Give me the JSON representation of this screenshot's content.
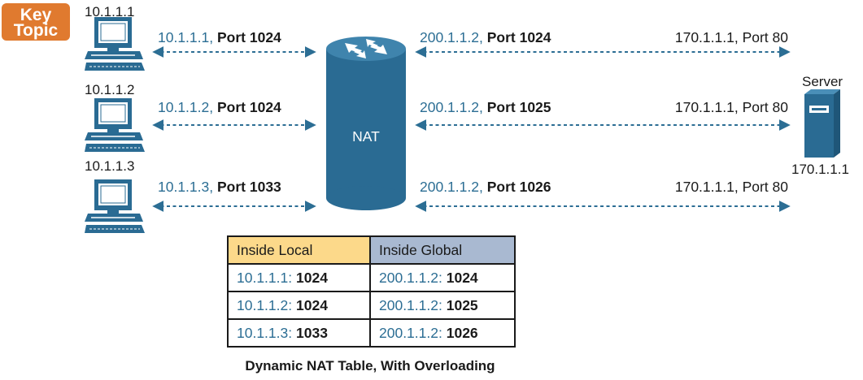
{
  "key_topic": {
    "line1": "Key",
    "line2": "Topic"
  },
  "hosts": [
    {
      "ip": "10.1.1.1"
    },
    {
      "ip": "10.1.1.2"
    },
    {
      "ip": "10.1.1.3"
    }
  ],
  "inside_links": [
    {
      "ip": "10.1.1.1,",
      "port": "Port 1024"
    },
    {
      "ip": "10.1.1.2,",
      "port": "Port 1024"
    },
    {
      "ip": "10.1.1.3,",
      "port": "Port 1033"
    }
  ],
  "nat": {
    "label": "NAT"
  },
  "outside_links": [
    {
      "ip": "200.1.1.2,",
      "port": "Port 1024",
      "dest": "170.1.1.1, Port 80"
    },
    {
      "ip": "200.1.1.2,",
      "port": "Port 1025",
      "dest": "170.1.1.1, Port 80"
    },
    {
      "ip": "200.1.1.2,",
      "port": "Port 1026",
      "dest": "170.1.1.1, Port 80"
    }
  ],
  "server": {
    "label": "Server",
    "ip": "170.1.1.1"
  },
  "table": {
    "headers": [
      "Inside Local",
      "Inside Global"
    ],
    "rows": [
      {
        "local_ip": "10.1.1.1:",
        "local_port": "1024",
        "global_ip": "200.1.1.2:",
        "global_port": "1024"
      },
      {
        "local_ip": "10.1.1.2:",
        "local_port": "1024",
        "global_ip": "200.1.1.2:",
        "global_port": "1025"
      },
      {
        "local_ip": "10.1.1.3:",
        "local_port": "1033",
        "global_ip": "200.1.1.2:",
        "global_port": "1026"
      }
    ]
  },
  "caption": "Dynamic NAT Table, With Overloading",
  "colors": {
    "accent_orange": "#e07a2f",
    "router_blue": "#2a6b93",
    "link_blue": "#2c6e94",
    "header_local": "#fcd98a",
    "header_global": "#a9b9d1"
  }
}
